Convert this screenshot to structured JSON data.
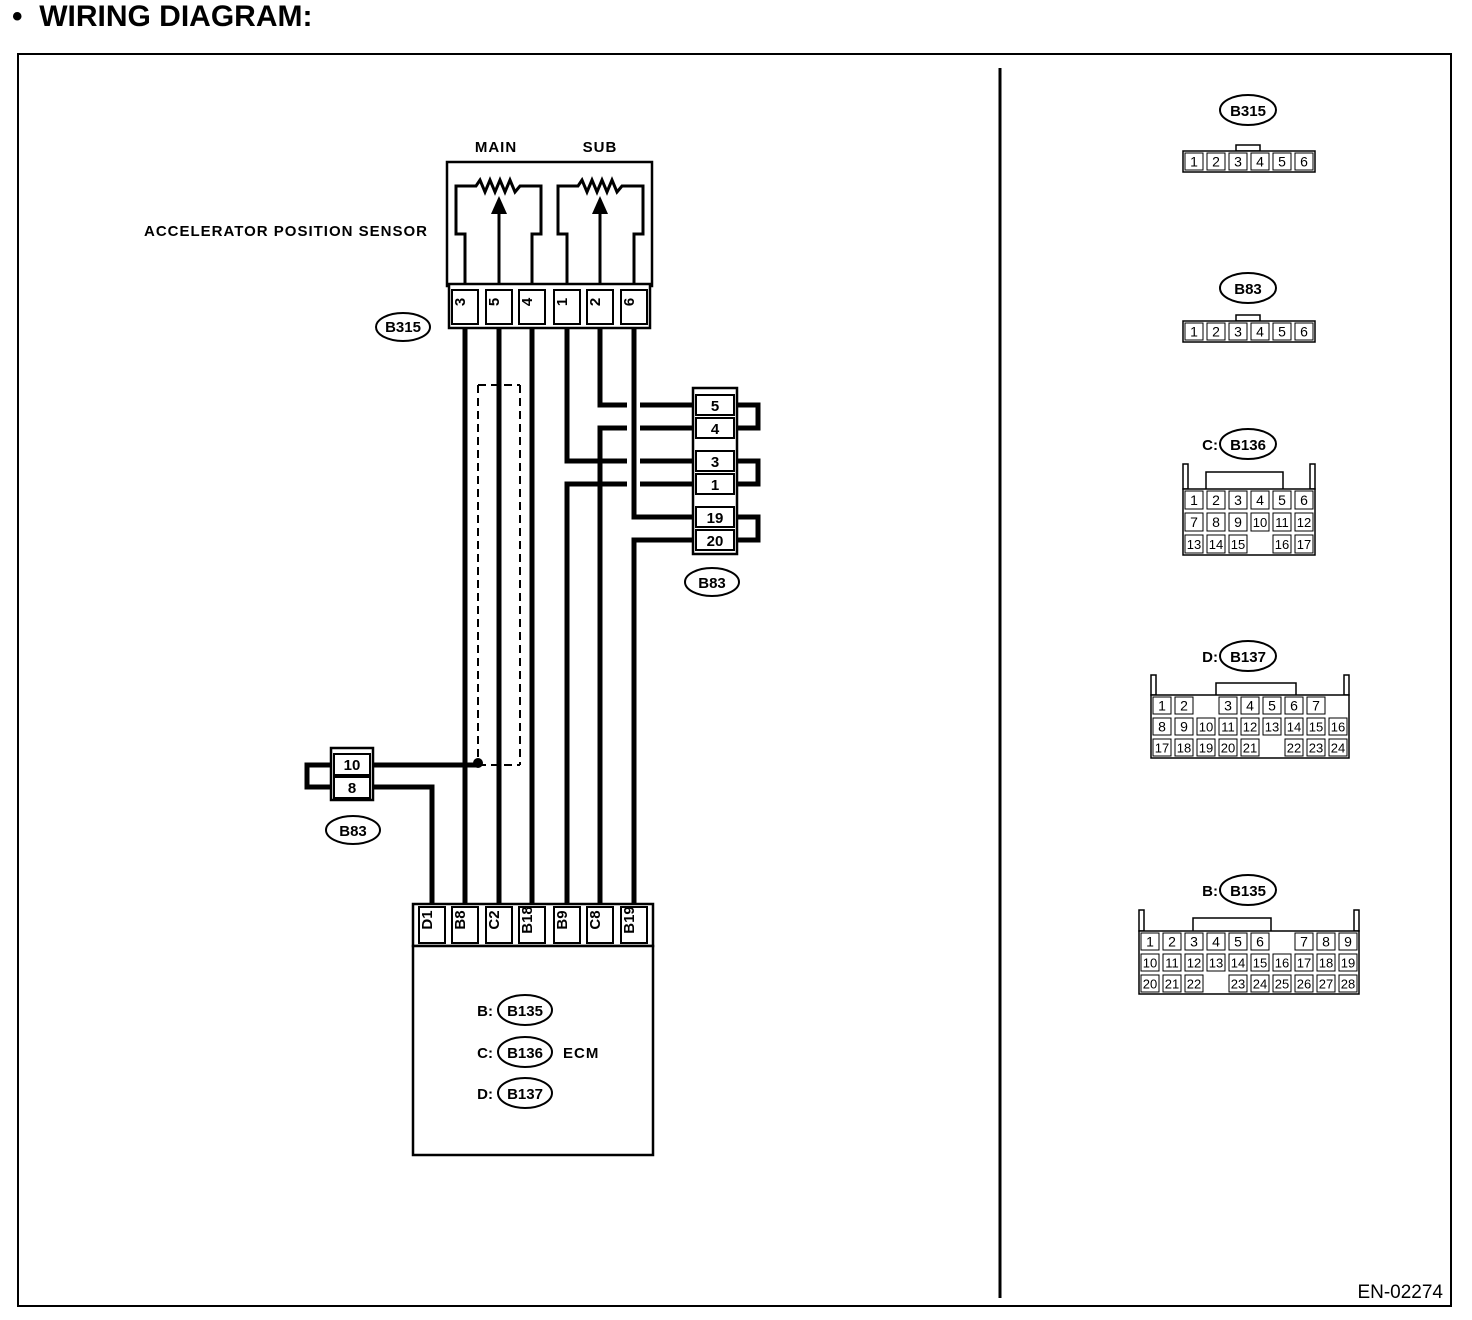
{
  "heading": {
    "bullet": "•",
    "title": "WIRING DIAGRAM:"
  },
  "sensor": {
    "name": "ACCELERATOR POSITION SENSOR",
    "main_label": "MAIN",
    "sub_label": "SUB",
    "connector": "B315",
    "pins": [
      "3",
      "5",
      "4",
      "1",
      "2",
      "6"
    ]
  },
  "b83_right": {
    "connector": "B83",
    "pins": [
      "5",
      "4",
      "3",
      "1",
      "19",
      "20"
    ]
  },
  "b83_left": {
    "connector": "B83",
    "pins": [
      "10",
      "8"
    ]
  },
  "ecm": {
    "label": "ECM",
    "pins": [
      "D1",
      "B8",
      "C2",
      "B18",
      "B9",
      "C8",
      "B19"
    ],
    "connectors": [
      {
        "prefix": "B:",
        "id": "B135"
      },
      {
        "prefix": "C:",
        "id": "B136"
      },
      {
        "prefix": "D:",
        "id": "B137"
      }
    ]
  },
  "views": [
    {
      "prefix": "",
      "id": "B315",
      "rows": [
        [
          "1",
          "2",
          "3",
          "4",
          "5",
          "6"
        ]
      ]
    },
    {
      "prefix": "",
      "id": "B83",
      "rows": [
        [
          "1",
          "2",
          "3",
          "4",
          "5",
          "6"
        ]
      ]
    },
    {
      "prefix": "C:",
      "id": "B136",
      "rows": [
        [
          "1",
          "2",
          "3",
          "4",
          "5",
          "6"
        ],
        [
          "7",
          "8",
          "9",
          "10",
          "11",
          "12"
        ],
        [
          "13",
          "14",
          "15",
          "",
          "16",
          "17"
        ]
      ]
    },
    {
      "prefix": "D:",
      "id": "B137",
      "rows": [
        [
          "1",
          "2",
          "",
          "3",
          "4",
          "5",
          "6",
          "7"
        ],
        [
          "8",
          "9",
          "10",
          "11",
          "12",
          "13",
          "14",
          "15",
          "16"
        ],
        [
          "17",
          "18",
          "19",
          "20",
          "21",
          "",
          "22",
          "23",
          "24"
        ]
      ]
    },
    {
      "prefix": "B:",
      "id": "B135",
      "rows": [
        [
          "1",
          "2",
          "3",
          "4",
          "5",
          "6",
          "",
          "7",
          "8",
          "9"
        ],
        [
          "10",
          "11",
          "12",
          "13",
          "14",
          "15",
          "16",
          "17",
          "18",
          "19"
        ],
        [
          "20",
          "21",
          "22",
          "",
          "23",
          "24",
          "25",
          "26",
          "27",
          "28"
        ]
      ]
    }
  ],
  "code": "EN-02274"
}
